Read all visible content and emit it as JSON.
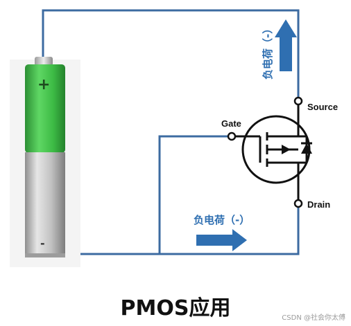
{
  "diagram": {
    "caption": "PMOS应用",
    "labels": {
      "gate": "Gate",
      "source": "Source",
      "drain": "Drain",
      "battery_plus": "+",
      "battery_minus": "-"
    },
    "arrows": {
      "vertical_charge": "负电荷（-）",
      "horizontal_charge": "负电荷（-）"
    },
    "watermark": "CSDN @社会你太傅"
  },
  "colors": {
    "wire": "#3c6ba1",
    "arrow": "#2f6fb1",
    "battery_green": "#3fb94a",
    "battery_silver": "#c9c9c9",
    "symbol": "#111111"
  }
}
